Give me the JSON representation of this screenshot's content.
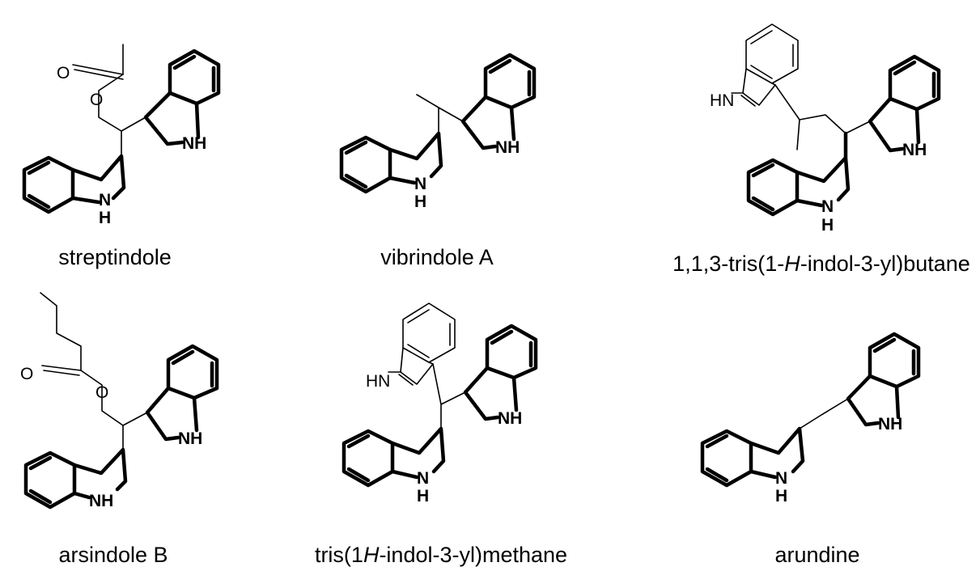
{
  "compounds": [
    {
      "name": "streptindole",
      "atoms": {
        "O_carbonyl": "O",
        "O_ester": "O",
        "NH_right": "NH",
        "N_left": "N",
        "H_left": "H"
      }
    },
    {
      "name": "vibrindole A",
      "atoms": {
        "NH_right": "NH",
        "N_left": "N",
        "H_left": "H"
      }
    },
    {
      "name": "1,1,3-tris(1-",
      "name_italic": "H",
      "name_rest": "-indol-3-yl)butane",
      "atoms": {
        "HN_top": "HN",
        "NH_right": "NH",
        "N_left": "N",
        "H_left": "H"
      }
    },
    {
      "name": "arsindole B",
      "atoms": {
        "O_carbonyl": "O",
        "O_ester": "O",
        "NH_right": "NH",
        "NH_left": "NH"
      }
    },
    {
      "name": "tris(1",
      "name_italic": "H",
      "name_rest": "-indol-3-yl)methane",
      "atoms": {
        "HN_top": "HN",
        "NH_right": "NH",
        "N_left": "N",
        "H_left": "H"
      }
    },
    {
      "name": "arundine",
      "atoms": {
        "NH_right": "NH",
        "N_left": "N",
        "H_left": "H"
      }
    }
  ]
}
